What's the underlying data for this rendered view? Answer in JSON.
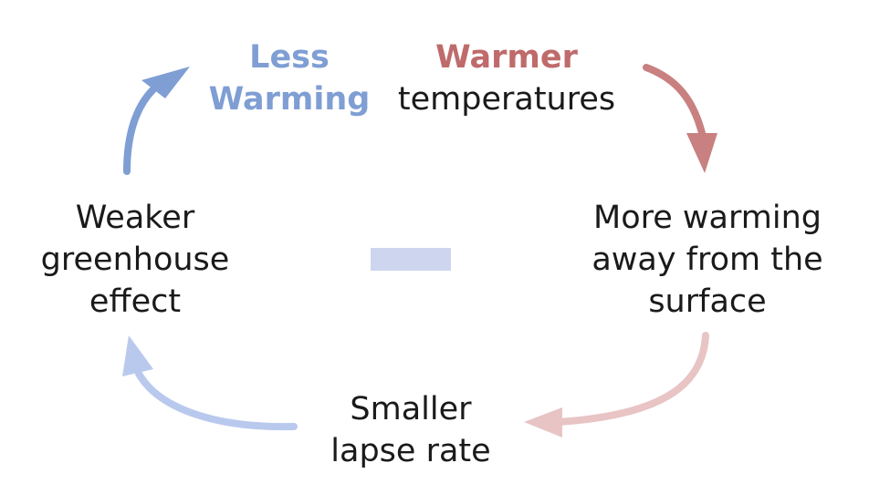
{
  "diagram": {
    "top_left": {
      "line1": "Less",
      "line2": "Warming",
      "color": "#7f9ed4"
    },
    "top_right": {
      "line1": "Warmer",
      "line2": "temperatures",
      "accent_color": "#bf6b6b"
    },
    "right": {
      "line1": "More warming",
      "line2": "away from the",
      "line3": "surface"
    },
    "bottom": {
      "line1": "Smaller",
      "line2": "lapse rate"
    },
    "left": {
      "line1": "Weaker",
      "line2": "greenhouse",
      "line3": "effect"
    },
    "center_symbol": {
      "meaning": "negative-feedback-minus",
      "color": "#cdd6ee"
    },
    "arrow_colors": {
      "top_right": "#c98080",
      "bottom_right": "#e8c4c4",
      "bottom_left": "#b9c9ee",
      "top_left": "#7f9ed4"
    }
  }
}
